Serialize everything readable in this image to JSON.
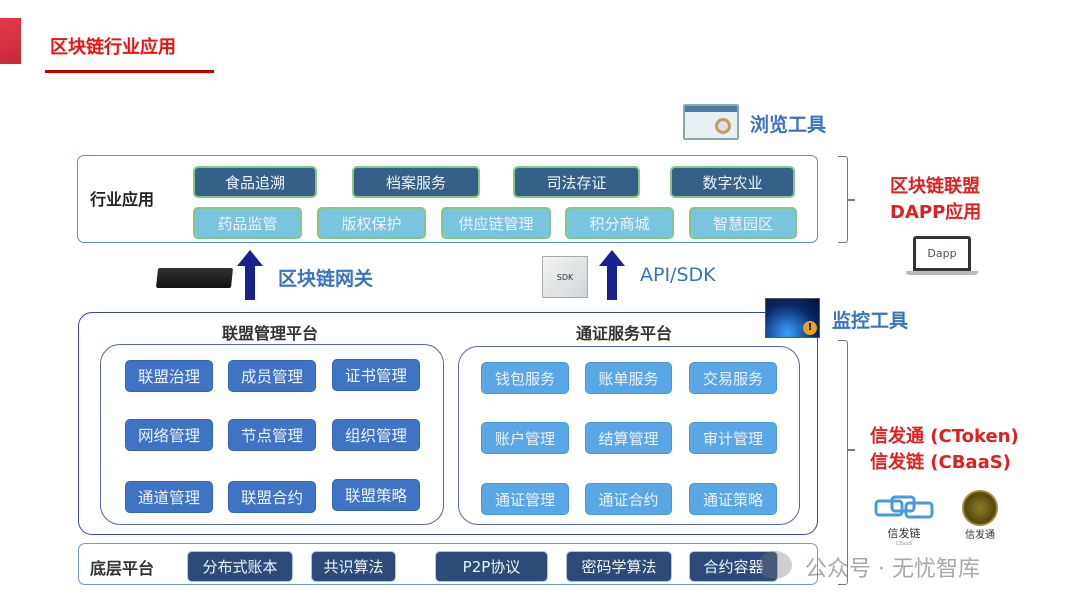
{
  "header": {
    "title": "区块链行业应用"
  },
  "industry": {
    "label": "行业应用",
    "row1": [
      "食品追溯",
      "档案服务",
      "司法存证",
      "数字农业"
    ],
    "row2": [
      "药品监管",
      "版权保护",
      "供应链管理",
      "积分商城",
      "智慧园区"
    ]
  },
  "tools": {
    "browser": "浏览工具",
    "monitor": "监控工具",
    "gateway": "区块链网关",
    "api": "API/SDK",
    "sdk_box": "SDK"
  },
  "alliance": {
    "title": "联盟管理平台",
    "items": [
      "联盟治理",
      "成员管理",
      "证书管理",
      "网络管理",
      "节点管理",
      "组织管理",
      "通道管理",
      "联盟合约",
      "联盟策略"
    ]
  },
  "token": {
    "title": "通证服务平台",
    "items": [
      "钱包服务",
      "账单服务",
      "交易服务",
      "账户管理",
      "结算管理",
      "审计管理",
      "通证管理",
      "通证合约",
      "通证策略"
    ]
  },
  "base": {
    "label": "底层平台",
    "items": [
      "分布式账本",
      "共识算法",
      "P2P协议",
      "密码学算法",
      "合约容器"
    ]
  },
  "side": {
    "dapp_line1": "区块链联盟",
    "dapp_line2": "DAPP应用",
    "dapp_screen": "Dapp",
    "ctoken": "信发通 (CToken)",
    "cbaas": "信发链 (CBaaS)",
    "logo1": "信发链",
    "logo1_sub": "CBaaS",
    "logo2": "信发通"
  },
  "watermark": "公众号 · 无忧智库",
  "colors": {
    "red": "#e02020",
    "blue_text": "#3a72c4",
    "arrow": "#1a2090"
  }
}
